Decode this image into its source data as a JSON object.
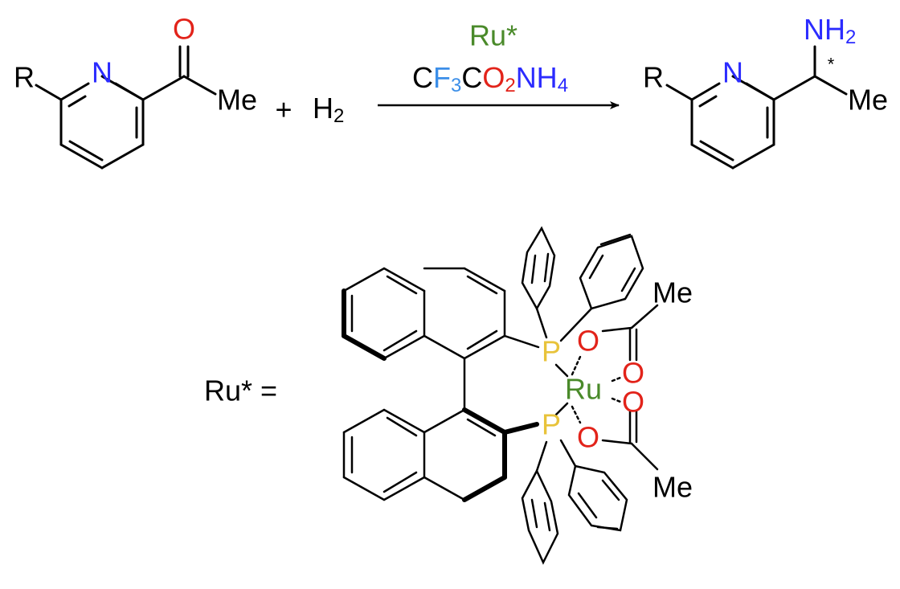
{
  "reaction": {
    "reactant": {
      "r_group": "R",
      "ring_nitrogen": "N",
      "carbonyl_oxygen": "O",
      "methyl": "Me"
    },
    "plus_sign": "+",
    "h2": {
      "symbol": "H",
      "subscript": "2"
    },
    "arrow": {
      "catalyst": "Ru*",
      "reagent_parts": [
        {
          "text": "C",
          "color": "#000000"
        },
        {
          "text": "F",
          "color": "#3b8ee8"
        },
        {
          "text": "3",
          "color": "#3b8ee8",
          "sub": true
        },
        {
          "text": "C",
          "color": "#000000"
        },
        {
          "text": "O",
          "color": "#e2231a"
        },
        {
          "text": "2",
          "color": "#e2231a",
          "sub": true
        },
        {
          "text": "NH",
          "color": "#2b2bff"
        },
        {
          "text": "4",
          "color": "#2b2bff",
          "sub": true
        }
      ]
    },
    "product": {
      "r_group": "R",
      "ring_nitrogen": "N",
      "amine": {
        "symbol": "NH",
        "subscript": "2"
      },
      "stereo_mark": "*",
      "methyl": "Me"
    }
  },
  "catalyst": {
    "label": "Ru* =",
    "metal": "Ru",
    "phosphorus_top": "P",
    "phosphorus_bottom": "P",
    "oxygens": [
      "O",
      "O",
      "O",
      "O"
    ],
    "methyl_top": "Me",
    "methyl_bottom": "Me"
  },
  "colors": {
    "nitrogen": "#2b2bff",
    "oxygen": "#e2231a",
    "fluorine": "#3b8ee8",
    "ruthenium": "#4a8a2a",
    "phosphorus": "#e8c33a",
    "bond": "#000000"
  }
}
